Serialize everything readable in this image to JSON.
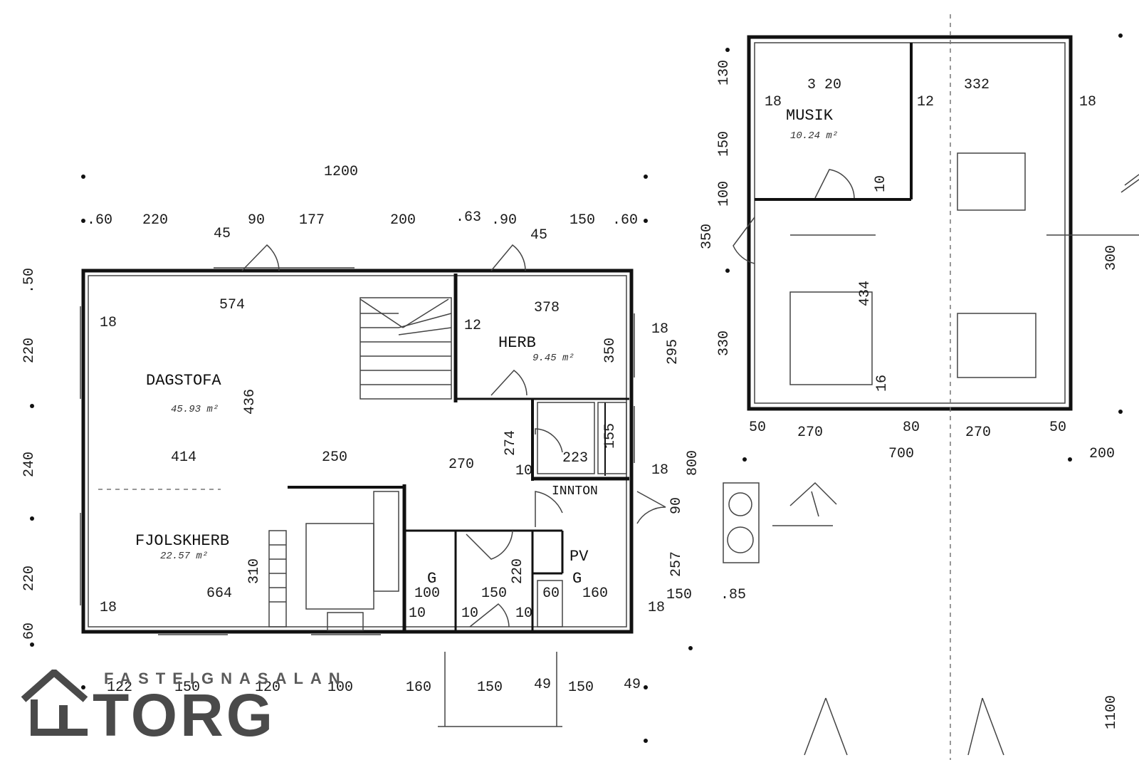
{
  "rooms": {
    "dagstofa": {
      "name": "DAGSTOFA",
      "area": "45.93 m²"
    },
    "herb": {
      "name": "HERB",
      "area": "9.45 m²"
    },
    "fjolskherb": {
      "name": "FJOLSKHERB",
      "area": "22.57 m²"
    },
    "musik": {
      "name": "MUSIK",
      "area": "10.24 m²"
    },
    "inngangur": {
      "name": "INNTON"
    },
    "pv": {
      "name": "PV"
    },
    "g1": {
      "name": "G"
    },
    "g2": {
      "name": "G"
    }
  },
  "dims": {
    "top_total": "1200",
    "top_row": [
      ".60",
      "220",
      "45",
      "90",
      "177",
      "200",
      ".63",
      ".90",
      "45",
      "150",
      ".60"
    ],
    "left_col": [
      ".50",
      "220",
      "240",
      "220",
      ".60"
    ],
    "bottom_row": [
      "122",
      "150",
      "120",
      "100",
      "160",
      "150",
      "49",
      "150",
      "49"
    ],
    "interior": {
      "d574": "574",
      "d378": "378",
      "d350": "350",
      "d295": "295",
      "d436": "436",
      "d414": "414",
      "d250": "250",
      "d274": "274",
      "d270": "270",
      "d155": "155",
      "d223": "223",
      "d310": "310",
      "d664": "664",
      "d100": "100",
      "d150": "150",
      "d160": "160",
      "d220": "220",
      "d257": "257",
      "d80": "800",
      "d12": "12",
      "d18": "18",
      "d10": "10",
      "d60": "60",
      "d90": "90",
      "d150b": "150",
      "d85": ".85"
    },
    "annex": {
      "top18": "18",
      "d320": "3 20",
      "d332": "332",
      "d12": "12",
      "d10": "10",
      "d16": "16",
      "d434": "434",
      "d130": "130",
      "d150": "150",
      "d100": "100",
      "d350": "350",
      "d330": "330",
      "d300": "300",
      "bottom": [
        "50",
        "270",
        "80",
        "270",
        "50"
      ],
      "d700": "700",
      "d200": "200",
      "d1100": "1100"
    }
  },
  "logo": {
    "tagline": "FASTEIGNASALAN",
    "wordmark": "TORG"
  },
  "colors": {
    "ink": "#111111",
    "logo": "#4a4a4a"
  }
}
